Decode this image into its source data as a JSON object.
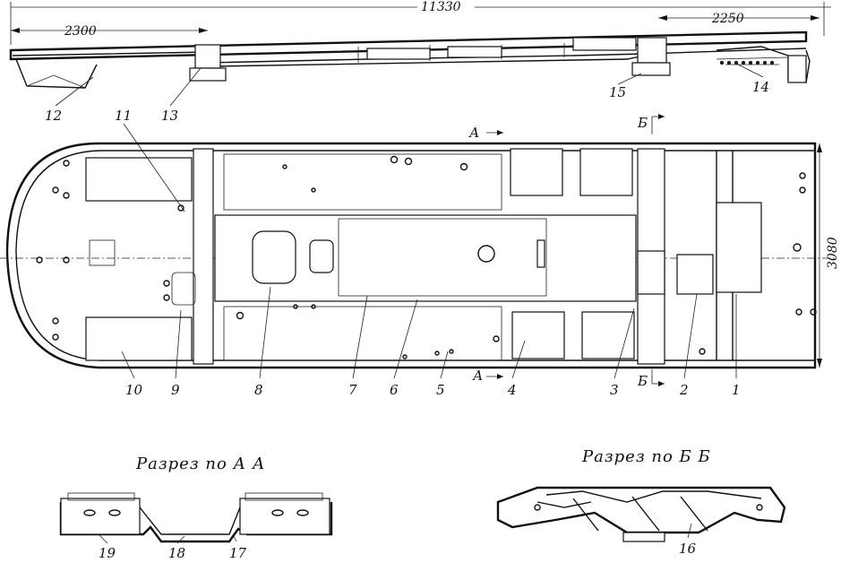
{
  "dimensions": {
    "overall_length": "11330",
    "left_overhang": "2300",
    "right_overhang": "2250",
    "frame_width": "3080"
  },
  "section_marks": {
    "a": "А",
    "b": "Б"
  },
  "callouts": [
    "1",
    "2",
    "3",
    "4",
    "5",
    "6",
    "7",
    "8",
    "9",
    "10",
    "11",
    "12",
    "13",
    "14",
    "15",
    "16",
    "17",
    "18",
    "19"
  ],
  "captions": {
    "section_aa": "Разрез по А А",
    "section_bb": "Разрез по Б Б"
  }
}
